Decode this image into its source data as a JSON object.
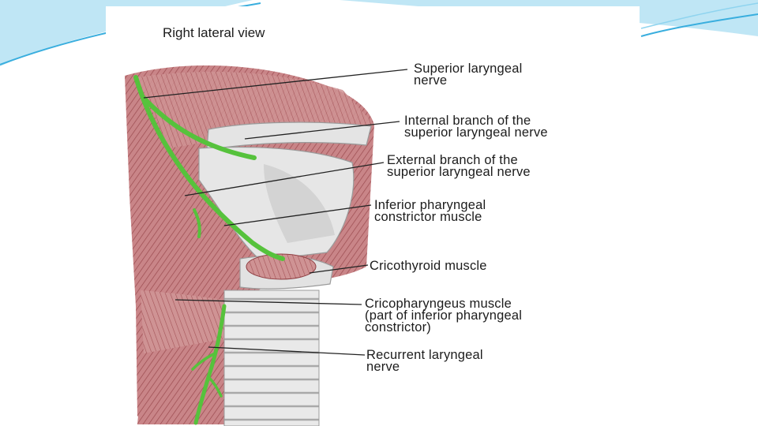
{
  "diagram": {
    "title": "Right lateral view",
    "labels": [
      {
        "key": "superior-laryngeal-nerve",
        "lines": [
          "Superior laryngeal",
          "nerve"
        ]
      },
      {
        "key": "internal-branch",
        "lines": [
          "Internal branch of the",
          "superior laryngeal nerve"
        ]
      },
      {
        "key": "external-branch",
        "lines": [
          "External branch of the",
          "superior laryngeal nerve"
        ]
      },
      {
        "key": "inferior-pharyngeal-constrictor",
        "lines": [
          "Inferior pharyngeal",
          "constrictor muscle"
        ]
      },
      {
        "key": "cricothyroid-muscle",
        "lines": [
          "Cricothyroid muscle"
        ]
      },
      {
        "key": "cricopharyngeus-muscle",
        "lines": [
          "Cricopharyngeus muscle",
          "(part of inferior pharyngeal",
          "constrictor)"
        ]
      },
      {
        "key": "recurrent-laryngeal-nerve",
        "lines": [
          "Recurrent laryngeal",
          "nerve"
        ]
      }
    ]
  },
  "colors": {
    "background": "#ffffff",
    "accent": "#3bb3dc",
    "muscle": "#c9898a",
    "muscle_dark": "#8f3f43",
    "cartilage": "#e6e6e6",
    "nerve": "#56c23c",
    "text": "#1c1c1c"
  }
}
